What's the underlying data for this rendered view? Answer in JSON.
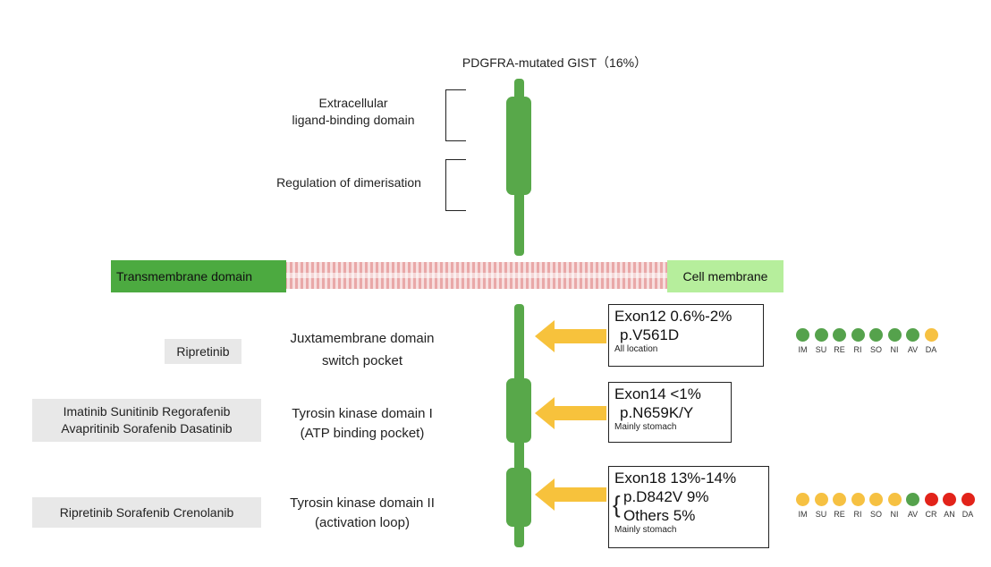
{
  "title": "PDGFRA-mutated GIST（16%）",
  "extracellular": {
    "ligand_line1": "Extracellular",
    "ligand_line2": "ligand-binding domain",
    "dimer": "Regulation of dimerisation"
  },
  "membrane": {
    "transmembrane": "Transmembrane domain",
    "cell": "Cell membrane"
  },
  "rows": [
    {
      "drugs": [
        "Ripretinib"
      ],
      "domain": [
        "Juxtamembrane domain",
        "switch pocket"
      ],
      "exon": "Exon12 0.6%-2%",
      "variants": [
        "p.V561D"
      ],
      "location": "All location",
      "sensitivity": [
        {
          "drug": "IM",
          "color": "#55a24c"
        },
        {
          "drug": "SU",
          "color": "#55a24c"
        },
        {
          "drug": "RE",
          "color": "#55a24c"
        },
        {
          "drug": "RI",
          "color": "#55a24c"
        },
        {
          "drug": "SO",
          "color": "#55a24c"
        },
        {
          "drug": "NI",
          "color": "#55a24c"
        },
        {
          "drug": "AV",
          "color": "#55a24c"
        },
        {
          "drug": "DA",
          "color": "#f6c142"
        }
      ]
    },
    {
      "drugs": [
        "Imatinib Sunitinib Regorafenib",
        "Avapritinib Sorafenib Dasatinib"
      ],
      "domain": [
        "Tyrosin kinase domain I",
        "(ATP binding pocket)"
      ],
      "exon": "Exon14 <1%",
      "variants": [
        "p.N659K/Y"
      ],
      "location": "Mainly stomach",
      "sensitivity": []
    },
    {
      "drugs": [
        "Ripretinib Sorafenib Crenolanib"
      ],
      "domain": [
        "Tyrosin kinase domain II",
        "(activation loop)"
      ],
      "exon": "Exon18 13%-14%",
      "variants": [
        "p.D842V 9%",
        "Others 5%"
      ],
      "location": "Mainly stomach",
      "sensitivity": [
        {
          "drug": "IM",
          "color": "#f6c142"
        },
        {
          "drug": "SU",
          "color": "#f6c142"
        },
        {
          "drug": "RE",
          "color": "#f6c142"
        },
        {
          "drug": "RI",
          "color": "#f6c142"
        },
        {
          "drug": "SO",
          "color": "#f6c142"
        },
        {
          "drug": "NI",
          "color": "#f6c142"
        },
        {
          "drug": "AV",
          "color": "#55a24c"
        },
        {
          "drug": "CR",
          "color": "#e2231a"
        },
        {
          "drug": "AN",
          "color": "#e2231a"
        },
        {
          "drug": "DA",
          "color": "#e2231a"
        }
      ]
    }
  ],
  "colors": {
    "receptor": "#58a84a",
    "arrow": "#f7c23c",
    "transmembrane_box": "#4caa40",
    "cell_membrane_box": "#b6ee9c"
  }
}
